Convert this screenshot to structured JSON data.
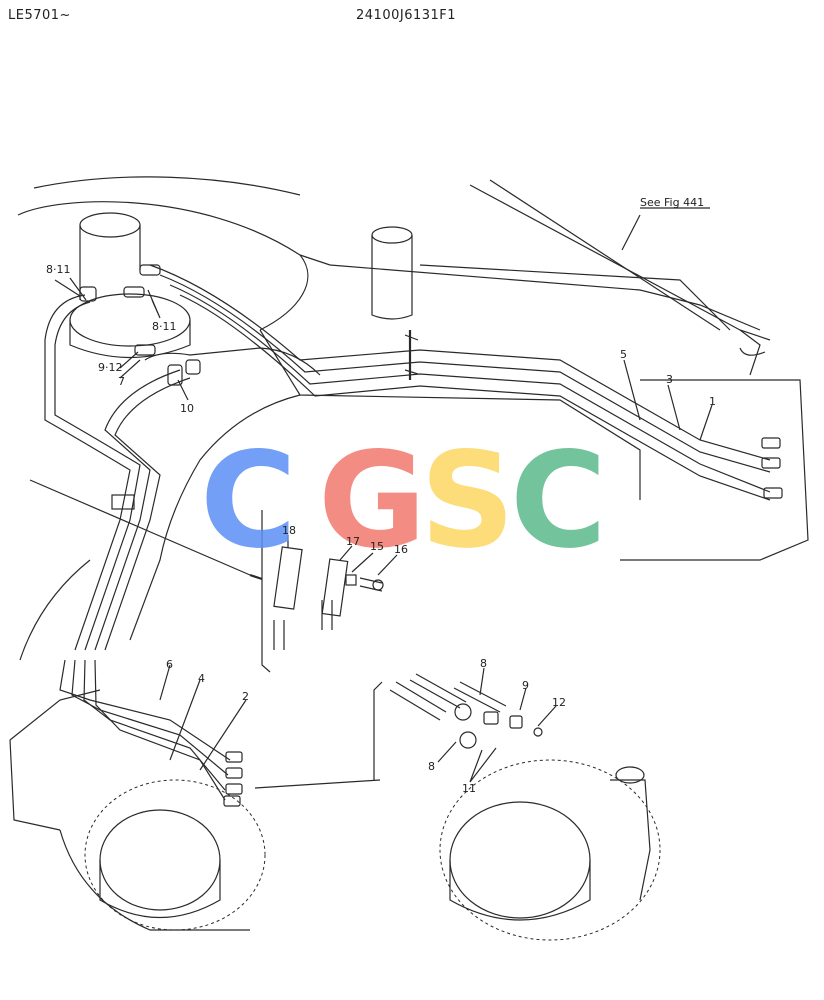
{
  "header": {
    "left_code": "LE5701~",
    "center_code": "24100J6131F1"
  },
  "reference_note": "See Fig 441",
  "callouts": {
    "c1": "1",
    "c2": "2",
    "c3": "3",
    "c4": "4",
    "c5": "5",
    "c6": "6",
    "c7": "7",
    "c8_a": "8",
    "c8_b": "8",
    "c9": "9",
    "c10": "10",
    "c11": "11",
    "c12": "12",
    "c15": "15",
    "c16": "16",
    "c17": "17",
    "c18": "18",
    "c8_11_a": "8·11",
    "c8_11_b": "8·11",
    "c9_12": "9·12"
  },
  "watermark": {
    "letters": [
      "C",
      "G",
      "S",
      "C"
    ],
    "colors": [
      "#5b8ff5",
      "#f2796e",
      "#fdd663",
      "#5bb98b"
    ]
  }
}
